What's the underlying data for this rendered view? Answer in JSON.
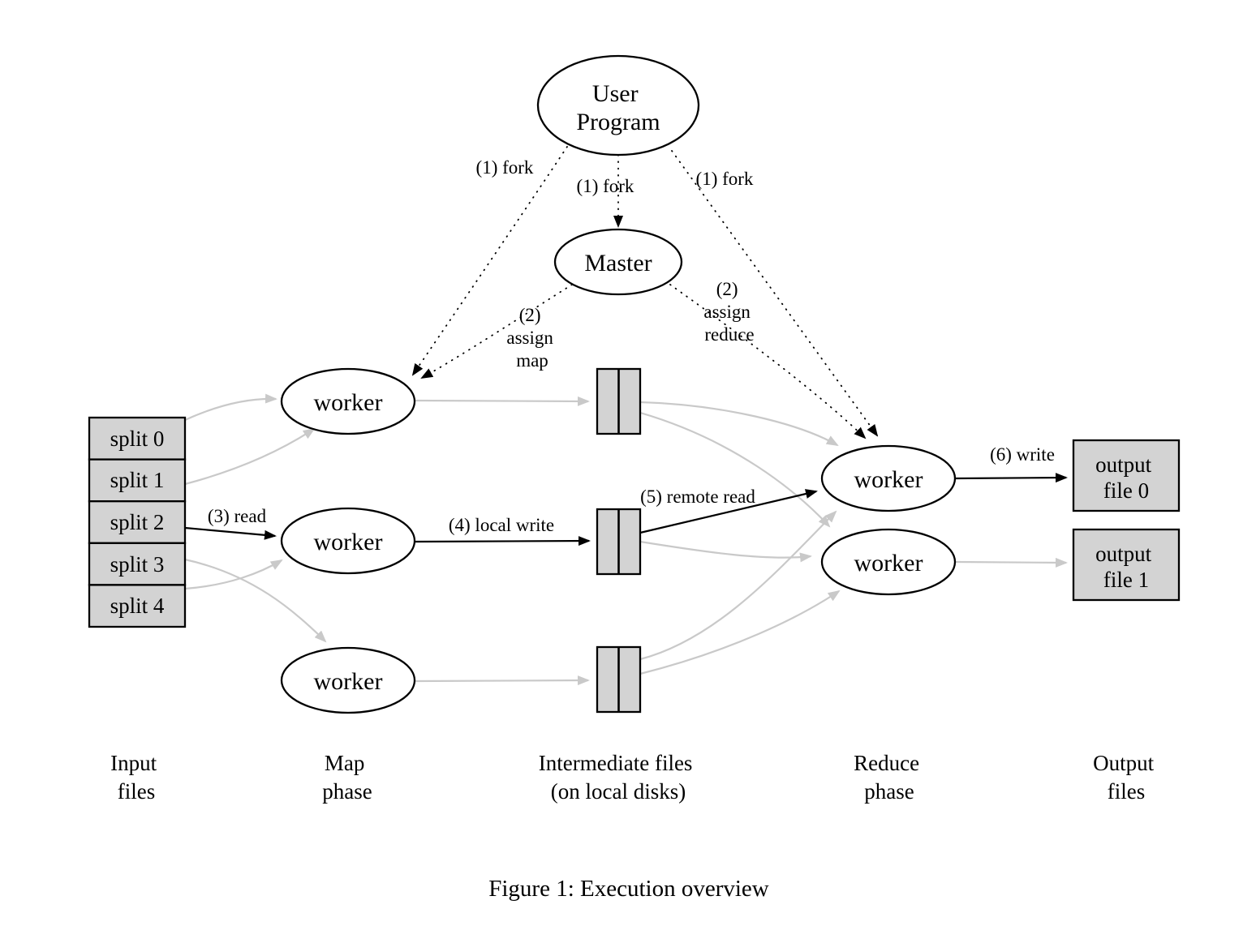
{
  "figure": {
    "caption": "Figure 1: Execution overview"
  },
  "nodes": {
    "user_program": [
      "User",
      "Program"
    ],
    "master": "Master",
    "worker": "worker"
  },
  "input_splits": [
    "split 0",
    "split 1",
    "split 2",
    "split 3",
    "split 4"
  ],
  "output_files": [
    [
      "output",
      "file 0"
    ],
    [
      "output",
      "file 1"
    ]
  ],
  "edge_labels": {
    "fork_left": "(1) fork",
    "fork_center": "(1) fork",
    "fork_right": "(1) fork",
    "assign_map": [
      "(2)",
      "assign",
      "map"
    ],
    "assign_reduce": [
      "(2)",
      "assign",
      "reduce"
    ],
    "read": "(3) read",
    "local_write": "(4) local write",
    "remote_read": "(5) remote read",
    "write": "(6) write"
  },
  "column_labels": {
    "input": [
      "Input",
      "files"
    ],
    "map": [
      "Map",
      "phase"
    ],
    "intermediate": [
      "Intermediate files",
      "(on local disks)"
    ],
    "reduce": [
      "Reduce",
      "phase"
    ],
    "output": [
      "Output",
      "files"
    ]
  },
  "colors": {
    "background": "#ffffff",
    "box_fill": "#d3d3d3",
    "stroke_black": "#000000",
    "edge_gray": "#c9c9c9"
  }
}
